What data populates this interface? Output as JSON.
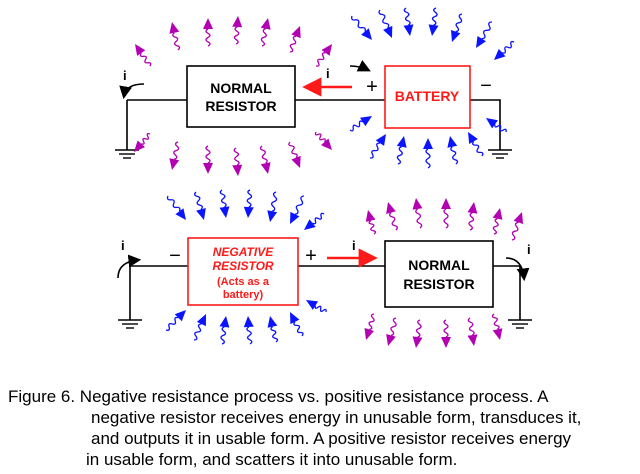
{
  "diagram": {
    "top": {
      "resistor_label_line1": "NORMAL",
      "resistor_label_line2": "RESISTOR",
      "battery_label": "BATTERY",
      "plus": "+",
      "minus": "−",
      "current_left": "i",
      "current_mid": "i"
    },
    "bottom": {
      "neg_label_line1": "NEGATIVE",
      "neg_label_line2": "RESISTOR",
      "neg_label_line3": "(Acts as a",
      "neg_label_line4": "battery)",
      "resistor_label_line1": "NORMAL",
      "resistor_label_line2": "RESISTOR",
      "plus": "+",
      "minus": "−",
      "current_left": "i",
      "current_mid": "i",
      "current_right": "i"
    }
  },
  "caption": {
    "line1": "Figure 6.  Negative resistance process vs. positive resistance process.  A",
    "line2": "negative resistor receives energy in unusable form, transduces it,",
    "line3": "and outputs it in usable form.  A positive resistor receives energy",
    "line4": "in usable form, and scatters it into unusable form."
  },
  "colors": {
    "red": "#ff1a1a",
    "blue": "#0a14ff",
    "purple": "#b200b2",
    "black": "#000000"
  }
}
